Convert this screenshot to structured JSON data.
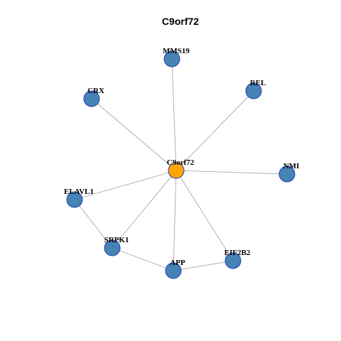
{
  "title": "C9orf72",
  "colors": {
    "hub_fill": "#FFA500",
    "node_fill": "#4682B4",
    "node_stroke": "#1F3FB8",
    "edge": "#A9A9A9"
  },
  "nodes": [
    {
      "id": "C9orf72",
      "label": "C9orf72",
      "hub": true
    },
    {
      "id": "MMS19",
      "label": "MMS19"
    },
    {
      "id": "CRX",
      "label": "CRX"
    },
    {
      "id": "REL",
      "label": "REL"
    },
    {
      "id": "NMI",
      "label": "NMI"
    },
    {
      "id": "ELAVL1",
      "label": "ELAVL1"
    },
    {
      "id": "SRPK1",
      "label": "SRPK1"
    },
    {
      "id": "APP",
      "label": "APP"
    },
    {
      "id": "EIF2B2",
      "label": "EIF2B2"
    }
  ],
  "edges": [
    [
      "C9orf72",
      "MMS19"
    ],
    [
      "C9orf72",
      "CRX"
    ],
    [
      "C9orf72",
      "REL"
    ],
    [
      "C9orf72",
      "NMI"
    ],
    [
      "C9orf72",
      "ELAVL1"
    ],
    [
      "C9orf72",
      "SRPK1"
    ],
    [
      "C9orf72",
      "APP"
    ],
    [
      "C9orf72",
      "EIF2B2"
    ],
    [
      "ELAVL1",
      "SRPK1"
    ],
    [
      "SRPK1",
      "APP"
    ],
    [
      "APP",
      "EIF2B2"
    ]
  ]
}
